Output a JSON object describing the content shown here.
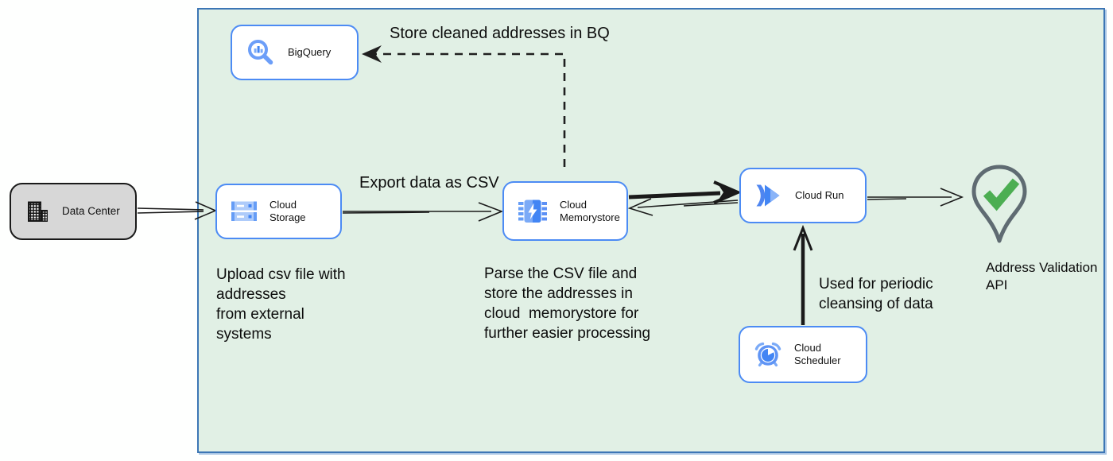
{
  "diagram": {
    "title_implicit": "Address cleansing pipeline on Google Cloud",
    "nodes": {
      "data_center": {
        "label": "Data Center"
      },
      "big_query": {
        "label": "BigQuery"
      },
      "cloud_storage": {
        "label": "Cloud Storage"
      },
      "cloud_memorystore": {
        "label": "Cloud Memorystore"
      },
      "cloud_run": {
        "label": "Cloud Run"
      },
      "cloud_scheduler": {
        "label": "Cloud Scheduler"
      },
      "address_validation_api": {
        "label": "Address Validation\nAPI"
      }
    },
    "annotations": {
      "store_cleaned": "Store cleaned addresses in BQ",
      "export_csv": "Export data as CSV",
      "upload_csv": "Upload csv file with\naddresses\nfrom external\nsystems",
      "parse_csv": "Parse the CSV file and\nstore the addresses in\ncloud  memorystore for\nfurther easier processing",
      "periodic_cleansing": "Used for periodic\ncleansing of data"
    },
    "edges": [
      {
        "from": "data_center",
        "to": "cloud_storage",
        "style": "open-double",
        "label": ""
      },
      {
        "from": "cloud_storage",
        "to": "cloud_memorystore",
        "style": "open",
        "label": "Export data as CSV"
      },
      {
        "from": "cloud_memorystore",
        "to": "cloud_run",
        "style": "thick",
        "label": ""
      },
      {
        "from": "cloud_run",
        "to": "cloud_memorystore",
        "style": "open",
        "label": ""
      },
      {
        "from": "cloud_run",
        "to": "address_validation_api",
        "style": "open",
        "label": ""
      },
      {
        "from": "cloud_scheduler",
        "to": "cloud_run",
        "style": "thick",
        "label": "Used for periodic cleansing of data"
      },
      {
        "from": "cloud_memorystore",
        "to": "big_query",
        "style": "dashed",
        "label": "Store cleaned addresses in BQ"
      }
    ],
    "colors": {
      "zone_fill": "#e1f0e5",
      "zone_border": "#3c76b5",
      "node_border": "#4c8bf4",
      "datacenter_fill": "#d7d7d7",
      "gcp_blue": "#4285f4",
      "gcp_blue_light": "#aecbfa",
      "gcp_blue_mid": "#669df6",
      "check_green": "#4cae52",
      "pin_gray": "#5f6b72",
      "arrow_black": "#1a1a1a"
    }
  }
}
